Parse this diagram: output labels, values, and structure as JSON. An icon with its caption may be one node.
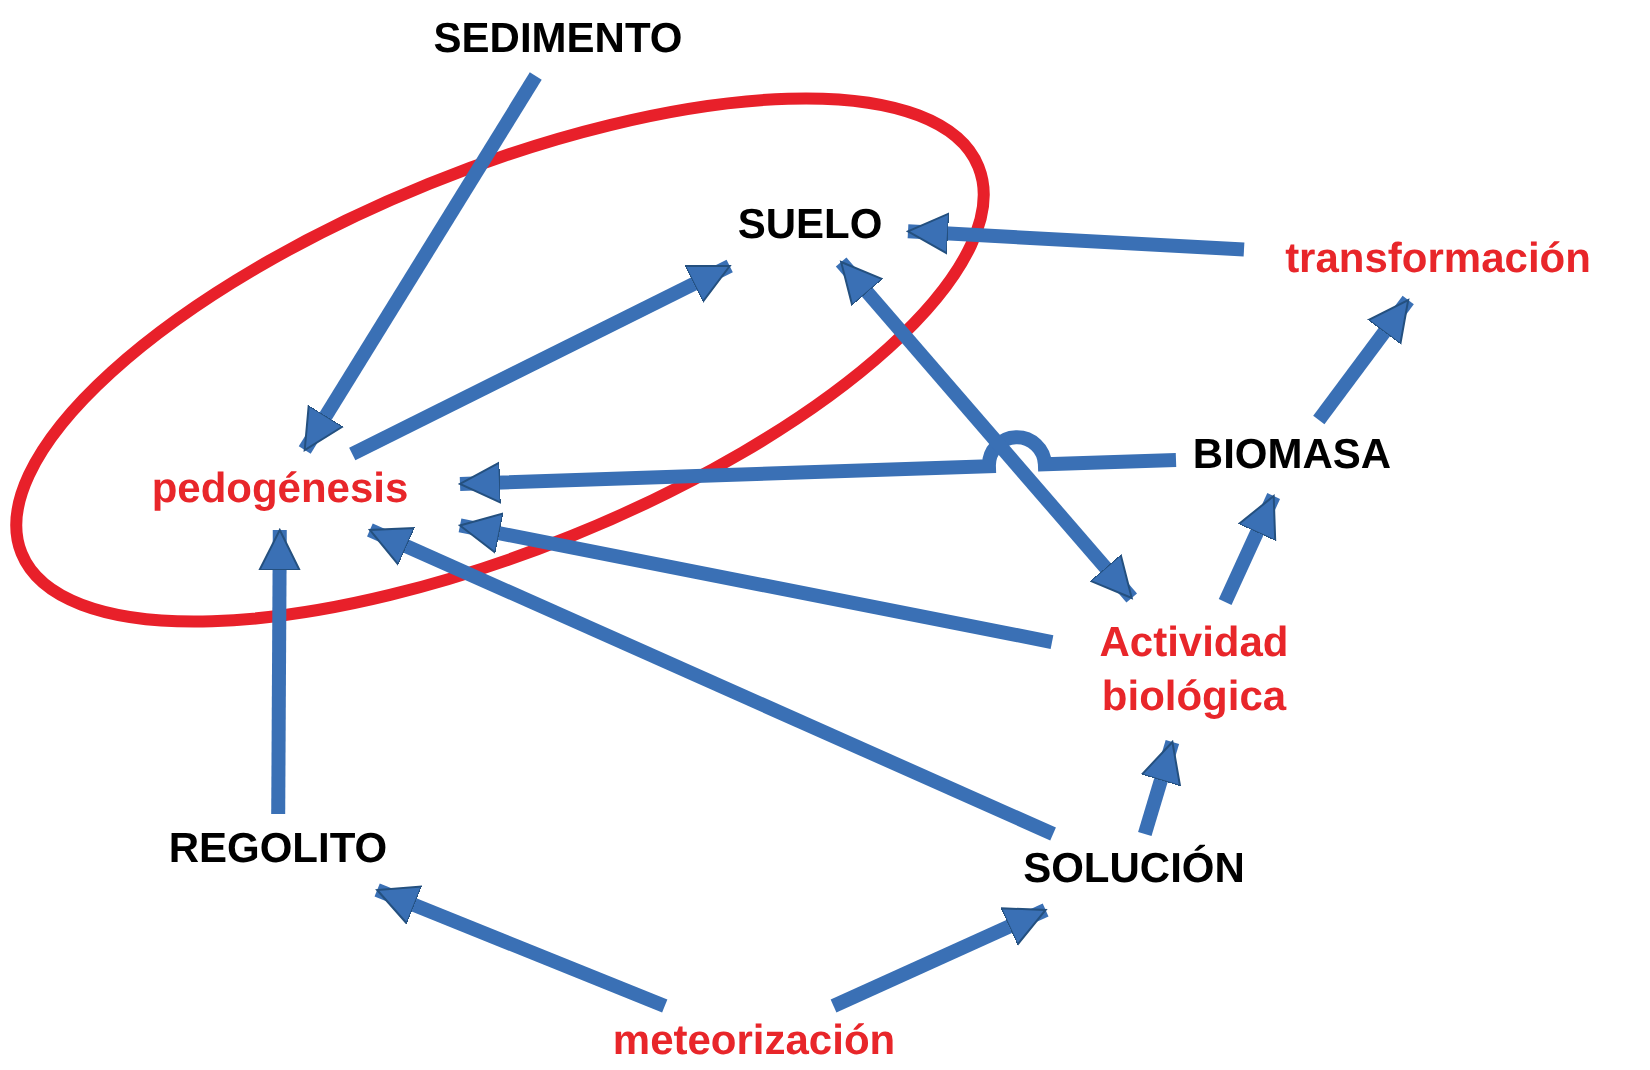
{
  "diagram": {
    "nodes": [
      {
        "text": [],
        "shape": "ellipse"
      },
      {
        "text": [
          "SEDIMENTO"
        ]
      },
      {
        "text": [
          "SUELO"
        ],
        "in": 0
      },
      {
        "text": [
          "transformación"
        ]
      },
      {
        "text": [
          "pedogénesis"
        ],
        "in": 0
      },
      {
        "text": [
          "BIOMASA"
        ]
      },
      {
        "text": [
          "Actividad biológica"
        ]
      },
      {
        "text": [
          "REGOLITO"
        ]
      },
      {
        "text": [
          "SOLUCIÓN"
        ]
      },
      {
        "text": [
          "meteorización"
        ]
      }
    ],
    "edges": [
      {
        "from": 1,
        "to": 4,
        "arrow": "to"
      },
      {
        "from": 4,
        "to": 2,
        "arrow": "to"
      },
      {
        "from": 3,
        "to": 2,
        "arrow": "to"
      },
      {
        "from": 5,
        "to": 4,
        "arrow": "to"
      },
      {
        "from": 6,
        "to": 4,
        "arrow": "to"
      },
      {
        "from": 8,
        "to": 4,
        "arrow": "to"
      },
      {
        "from": 7,
        "to": 4,
        "arrow": "to"
      },
      {
        "from": 9,
        "to": 7,
        "arrow": "to"
      },
      {
        "from": 9,
        "to": 8,
        "arrow": "to"
      },
      {
        "from": 8,
        "to": 6,
        "arrow": "to"
      },
      {
        "from": 6,
        "to": 5,
        "arrow": "to"
      },
      {
        "from": 5,
        "to": 3,
        "arrow": "to"
      },
      {
        "from": 2,
        "to": 6,
        "arrow": "both"
      }
    ]
  }
}
